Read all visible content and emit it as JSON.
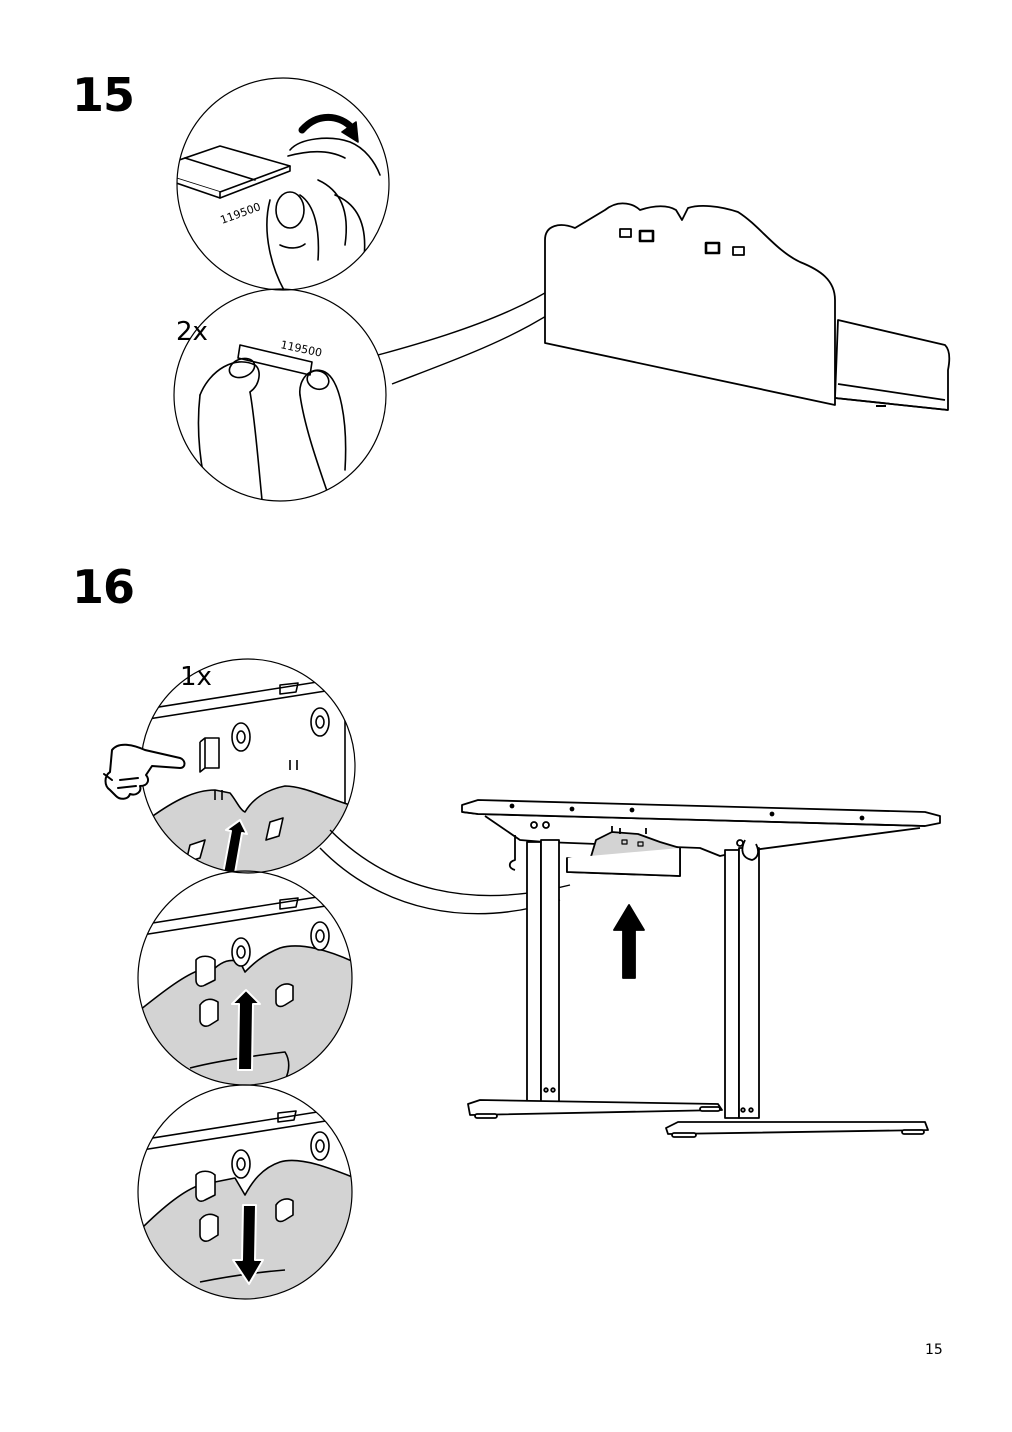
{
  "steps": [
    {
      "number": "15",
      "quantity": "2x",
      "part_number_top": "119500",
      "part_number_bottom": "119500"
    },
    {
      "number": "16",
      "quantity": "1x"
    }
  ],
  "page_number": "15"
}
